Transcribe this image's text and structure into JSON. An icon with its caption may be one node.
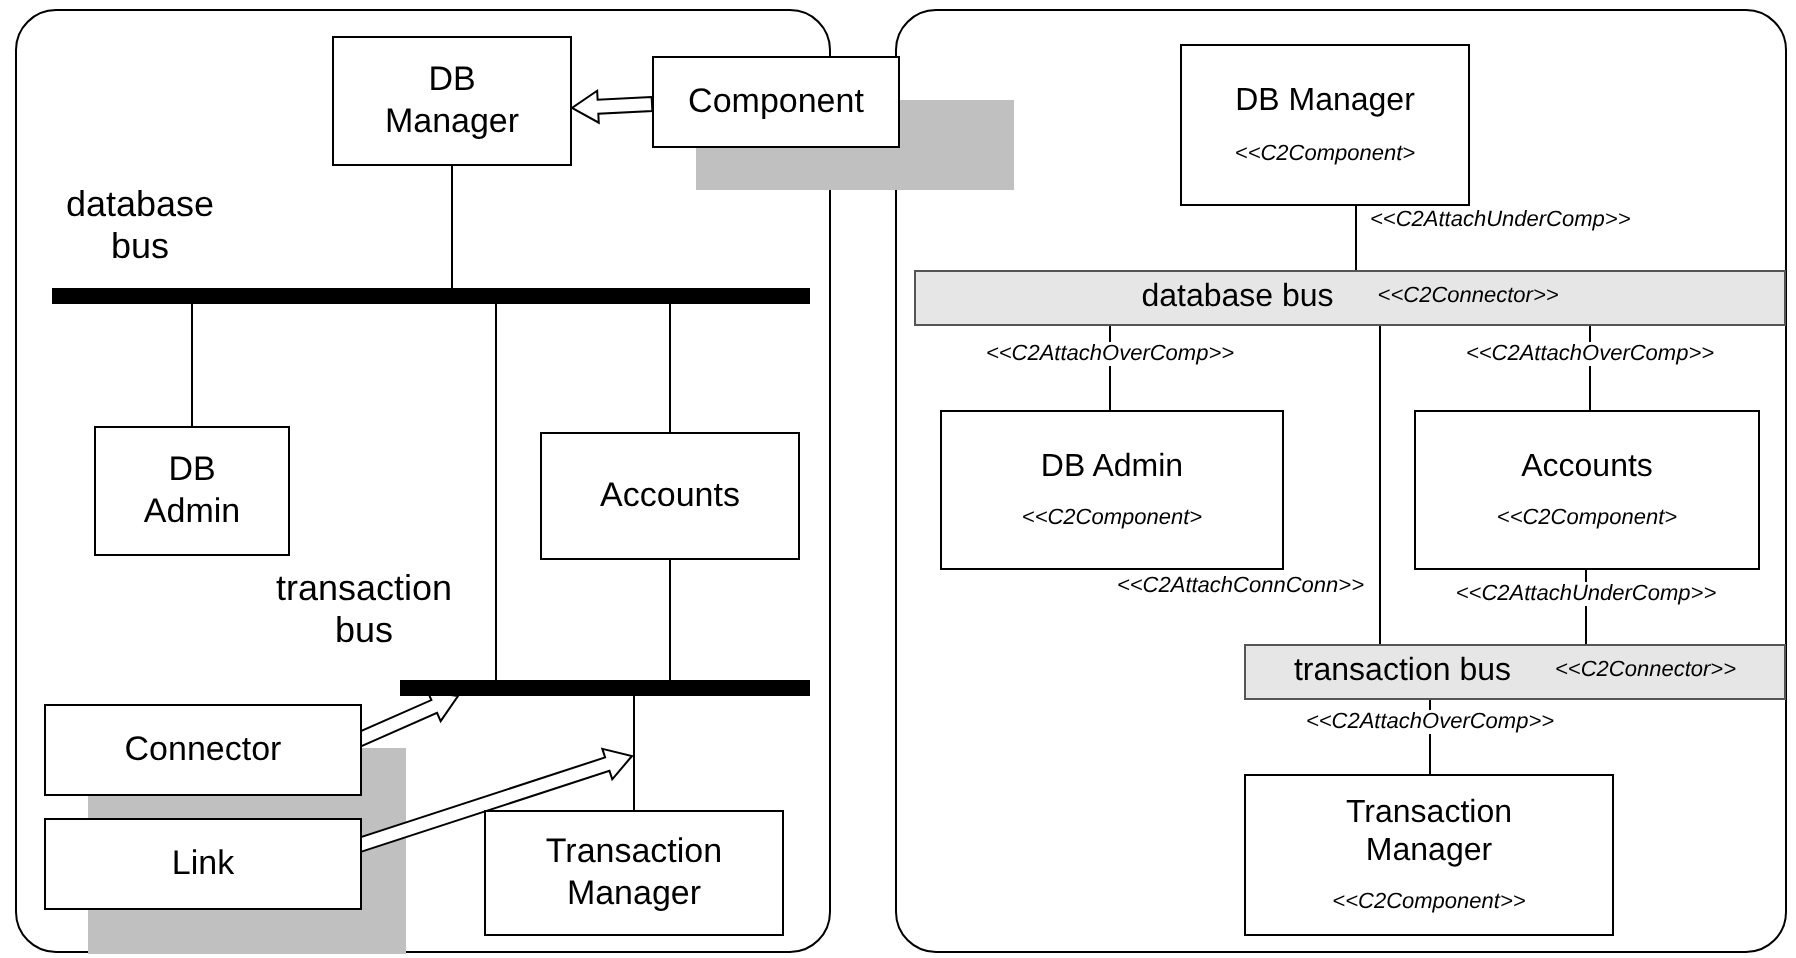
{
  "diagram": {
    "nodes": [
      {
        "text": [
          "DB Manager"
        ]
      },
      {
        "text": [
          "Component"
        ]
      },
      {
        "text": [],
        "shape": "bar"
      },
      {
        "text": [
          "DB Admin"
        ]
      },
      {
        "text": [
          "Accounts"
        ]
      },
      {
        "text": [],
        "shape": "bar"
      },
      {
        "text": [
          "Connector"
        ]
      },
      {
        "text": [
          "Link"
        ]
      },
      {
        "text": [
          "Transaction Manager"
        ]
      },
      {
        "text": [
          "DB Manager",
          "<<C2Component>"
        ]
      },
      {
        "text": [
          "database bus",
          "<<C2Connector>>"
        ]
      },
      {
        "text": [
          "DB Admin",
          "<<C2Component>"
        ]
      },
      {
        "text": [
          "Accounts",
          "<<C2Component>"
        ]
      },
      {
        "text": [
          "transaction bus",
          "<<C2Connector>>"
        ]
      },
      {
        "text": [
          "Transaction Manager",
          "<<C2Component>>"
        ]
      }
    ],
    "edges": [
      {
        "from": 1,
        "to": 0,
        "arrow": "to",
        "style": "thick"
      },
      {
        "from": 0,
        "to": 2,
        "arrow": "none"
      },
      {
        "from": 2,
        "to": 3,
        "arrow": "none"
      },
      {
        "from": 2,
        "to": 5,
        "arrow": "none"
      },
      {
        "from": 2,
        "to": 4,
        "arrow": "none"
      },
      {
        "from": 4,
        "to": 5,
        "arrow": "none"
      },
      {
        "from": 5,
        "to": 8,
        "arrow": "none"
      },
      {
        "from": 6,
        "to": 5,
        "arrow": "to",
        "style": "thick"
      },
      {
        "from": 7,
        "to": null,
        "arrow": "to",
        "style": "thick"
      },
      {
        "from": 9,
        "to": 10,
        "arrow": "none",
        "label": "<<C2AttachUnderComp>>"
      },
      {
        "from": 10,
        "to": 11,
        "arrow": "none",
        "label": "<<C2AttachOverComp>>"
      },
      {
        "from": 10,
        "to": 12,
        "arrow": "none",
        "label": "<<C2AttachOverComp>>"
      },
      {
        "from": 10,
        "to": 13,
        "arrow": "none",
        "label": "<<C2AttachConnConn>>"
      },
      {
        "from": 12,
        "to": 13,
        "arrow": "none",
        "label": "<<C2AttachUnderComp>>"
      },
      {
        "from": 13,
        "to": 14,
        "arrow": "none",
        "label": "<<C2AttachOverComp>>"
      }
    ],
    "labels": [
      "database bus",
      "transaction bus"
    ]
  }
}
